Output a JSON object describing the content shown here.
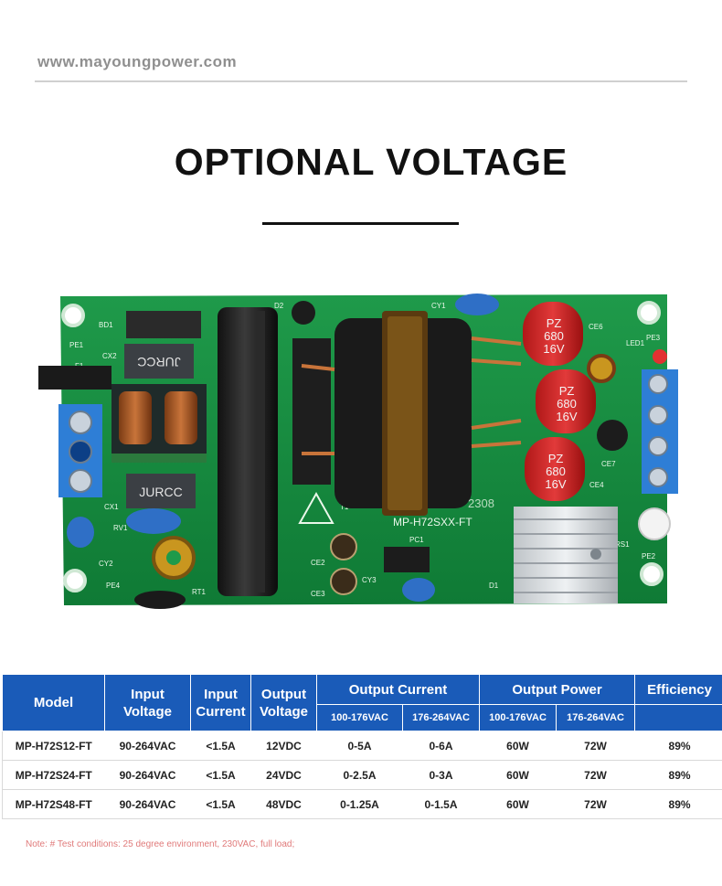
{
  "header": {
    "url": "www.mayoungpower.com",
    "title": "OPTIONAL VOLTAGE"
  },
  "board": {
    "model_text": "MP-H72SXX-FT",
    "code_text": "2308",
    "brand": "JURCC",
    "cap_brand": "PZ",
    "cap_value": "680",
    "cap_voltage": "16V",
    "labels": {
      "bd1": "BD1",
      "pe1": "PE1",
      "f1": "F1",
      "cx2": "CX2",
      "cx1": "CX1",
      "rv1": "RV1",
      "cy2": "CY2",
      "pe4": "PE4",
      "rt1": "RT1",
      "d2": "D2",
      "cy1": "CY1",
      "ce6": "CE6",
      "pe3": "PE3",
      "led1": "LED1",
      "ce7": "CE7",
      "ce4": "CE4",
      "t1": "T1",
      "ce2": "CE2",
      "ce3": "CE3",
      "pc1": "PC1",
      "cy3": "CY3",
      "d1": "D1",
      "rs1": "RS1",
      "pe2": "PE2"
    }
  },
  "table": {
    "headers": {
      "model": "Model",
      "input_voltage": [
        "Input",
        "Voltage"
      ],
      "input_current": [
        "Input",
        "Current"
      ],
      "output_voltage": [
        "Output",
        "Voltage"
      ],
      "output_current": "Output Current",
      "output_power": "Output Power",
      "efficiency": "Efficiency"
    },
    "subheaders": [
      "100-176VAC",
      "176-264VAC",
      "100-176VAC",
      "176-264VAC"
    ],
    "rows": [
      [
        "MP-H72S12-FT",
        "90-264VAC",
        "<1.5A",
        "12VDC",
        "0-5A",
        "0-6A",
        "60W",
        "72W",
        "89%"
      ],
      [
        "MP-H72S24-FT",
        "90-264VAC",
        "<1.5A",
        "24VDC",
        "0-2.5A",
        "0-3A",
        "60W",
        "72W",
        "89%"
      ],
      [
        "MP-H72S48-FT",
        "90-264VAC",
        "<1.5A",
        "48VDC",
        "0-1.25A",
        "0-1.5A",
        "60W",
        "72W",
        "89%"
      ]
    ]
  },
  "footer": {
    "note": "Note: # Test conditions: 25 degree environment, 230VAC, full load;"
  }
}
